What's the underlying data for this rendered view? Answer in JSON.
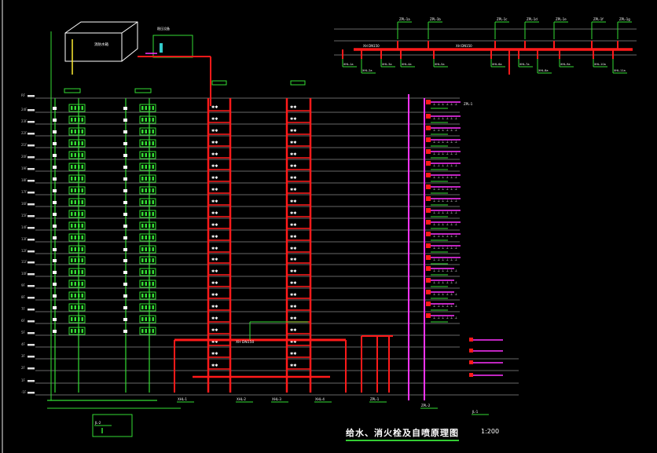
{
  "drawing": {
    "title": "给水、消火栓及自喷原理图",
    "scale": "1:200",
    "colors": {
      "background": "#000000",
      "floor_line": "#8a8a8a",
      "fire_pipe": "#ff1a1a",
      "water_pipe": "#33dd33",
      "sprinkler_pipe": "#ff33ff",
      "frame": "#a0a0a0",
      "text": "#ffffff"
    },
    "floor_labels": [
      "RF",
      "24F",
      "23F",
      "22F",
      "21F",
      "20F",
      "19F",
      "18F",
      "17F",
      "16F",
      "15F",
      "14F",
      "13F",
      "12F",
      "11F",
      "10F",
      "9F",
      "8F",
      "7F",
      "6F",
      "5F",
      "4F",
      "3F",
      "2F",
      "1F",
      "-1F"
    ],
    "top_riser_labels": [
      "ZPL-1a",
      "ZPL-1b",
      "ZPL-1c",
      "ZPL-1d",
      "ZPL-1e",
      "ZPL-1f",
      "ZPL-1g"
    ],
    "top_branch_labels": [
      "XHL-1a",
      "XHL-2a",
      "XHL-3a",
      "XHL-4a",
      "XHL-5a",
      "XHL-6a",
      "XHL-7a",
      "XHL-8a",
      "XHL-9a",
      "XHL-10a",
      "XHL-11a"
    ],
    "main_pipe_labels": [
      "XH DN150",
      "XH DN150",
      "XH DN150"
    ],
    "tank_label": "消防水箱",
    "pump_label": "稳压设备",
    "bottom_labels": [
      "XHL-1",
      "XHL-2",
      "XHL-3",
      "XHL-4",
      "ZPL-1",
      "ZPL-2",
      "JL-1",
      "JL-2"
    ],
    "sprinkler_label": "ZPL-1"
  }
}
